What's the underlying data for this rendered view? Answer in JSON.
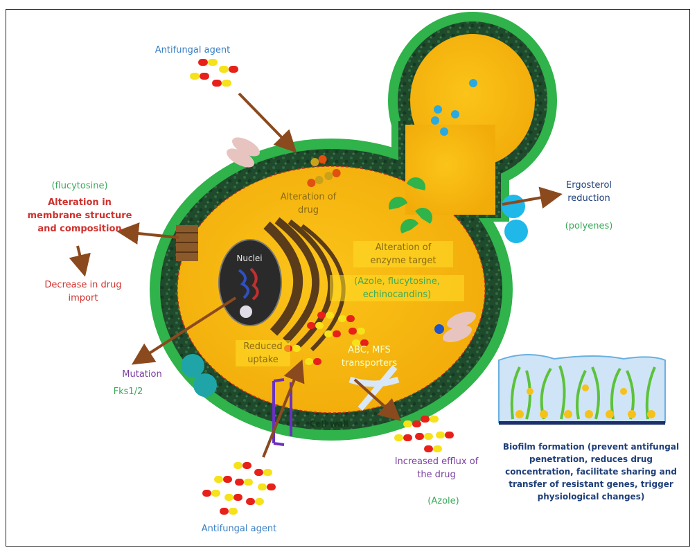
{
  "labels": {
    "antifungal_top": "Antifungal agent",
    "flucytosine": "(flucytosine)",
    "alteration_membrane": [
      "Alteration in",
      "membrane structure",
      "and composition"
    ],
    "decrease_import": [
      "Decrease in drug",
      "import"
    ],
    "mutation": "Mutation",
    "fks": "Fks1/2",
    "alteration_drug": [
      "Alteration of",
      "drug"
    ],
    "alteration_enzyme": [
      "Alteration of",
      "enzyme target"
    ],
    "enzyme_drugs": [
      "(Azole, flucytosine,",
      "echinocandins)"
    ],
    "nuclei": "Nuclei",
    "reduced_uptake": [
      "Reduced",
      "uptake"
    ],
    "transporters": [
      "ABC, MFS",
      "transporters"
    ],
    "cell_wall": "Cell wall",
    "ergosterol": [
      "Ergosterol",
      "reduction"
    ],
    "polyenes": "(polyenes)",
    "efflux": [
      "Increased efflux of",
      "the drug"
    ],
    "azole": "(Azole)",
    "antifungal_bottom": "Antifungal agent",
    "biofilm": [
      "Biofilm formation (prevent antifungal",
      "penetration, reduces drug",
      "concentration, facilitate sharing and",
      "transfer of resistant genes, trigger",
      "physiological changes)"
    ]
  },
  "colors": {
    "cell_wall": "#2fb34a",
    "membrane": "#1f4a2c",
    "cytoplasm": "#f7b90f",
    "arrow": "#8b4a1e",
    "capsule_red": "#e8201a",
    "capsule_yellow": "#f5e21a",
    "enzyme": "#2fb34a",
    "nucleus": "#2a2a2a"
  }
}
